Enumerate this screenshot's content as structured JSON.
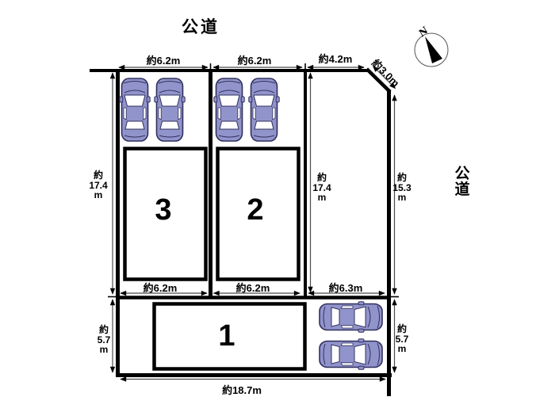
{
  "roads": {
    "top": "公道",
    "right": "公道"
  },
  "compass": {
    "label": "N"
  },
  "plots": {
    "plot1": "1",
    "plot2": "2",
    "plot3": "3"
  },
  "dimensions": {
    "top_plot3_width": "約6.2m",
    "top_plot2_width": "約6.2m",
    "top_right_width": "約4.2m",
    "corner_cut": "約3.0m",
    "left_upper_height": "約\n17.4\nm",
    "left_lower_height": "約\n5.7\nm",
    "middle_height": "約\n17.4\nm",
    "right_upper_height": "約\n15.3\nm",
    "right_lower_height": "約\n5.7\nm",
    "inner_plot3_width": "約6.2m",
    "inner_plot2_width": "約6.2m",
    "inner_right_width": "約6.3m",
    "bottom_width": "約18.7m"
  },
  "colors": {
    "boundary_line": "#000000",
    "dimension_line": "#4a4a4a",
    "car_body": "#9193cb",
    "car_outline": "#30305e"
  }
}
